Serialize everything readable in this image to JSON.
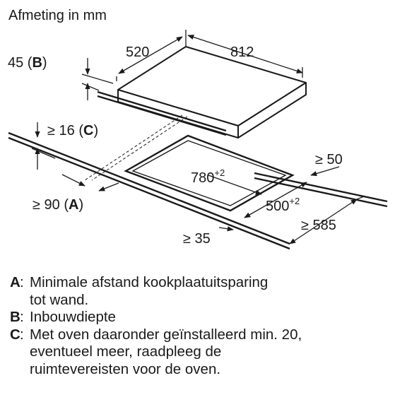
{
  "title": "Afmeting in mm",
  "dimensions": {
    "hob_depth": "520",
    "hob_width": "812",
    "install_depth_prefix": "45 (",
    "install_depth_key": "B",
    "install_depth_suffix": ")",
    "oven_distance_prefix": "≥ 16 (",
    "oven_distance_key": "C",
    "oven_distance_suffix": ")",
    "cutout_width": "780",
    "cutout_width_tol": "+2",
    "cutout_depth": "500",
    "cutout_depth_tol": "+2",
    "wall_distance_prefix": "≥ 90 (",
    "wall_distance_key": "A",
    "wall_distance_suffix": ")",
    "side_distance": "≥ 50",
    "worktop_depth": "≥ 585",
    "front_distance": "≥ 35"
  },
  "legend": [
    {
      "key": "A",
      "lines": [
        "Minimale afstand kookplaatuitsparing",
        "tot wand."
      ]
    },
    {
      "key": "B",
      "lines": [
        "Inbouwdiepte"
      ]
    },
    {
      "key": "C",
      "lines": [
        "Met oven daaronder geïnstalleerd min. 20,",
        "eventueel meer, raadpleeg de",
        "ruimtevereisten voor de oven."
      ]
    }
  ]
}
